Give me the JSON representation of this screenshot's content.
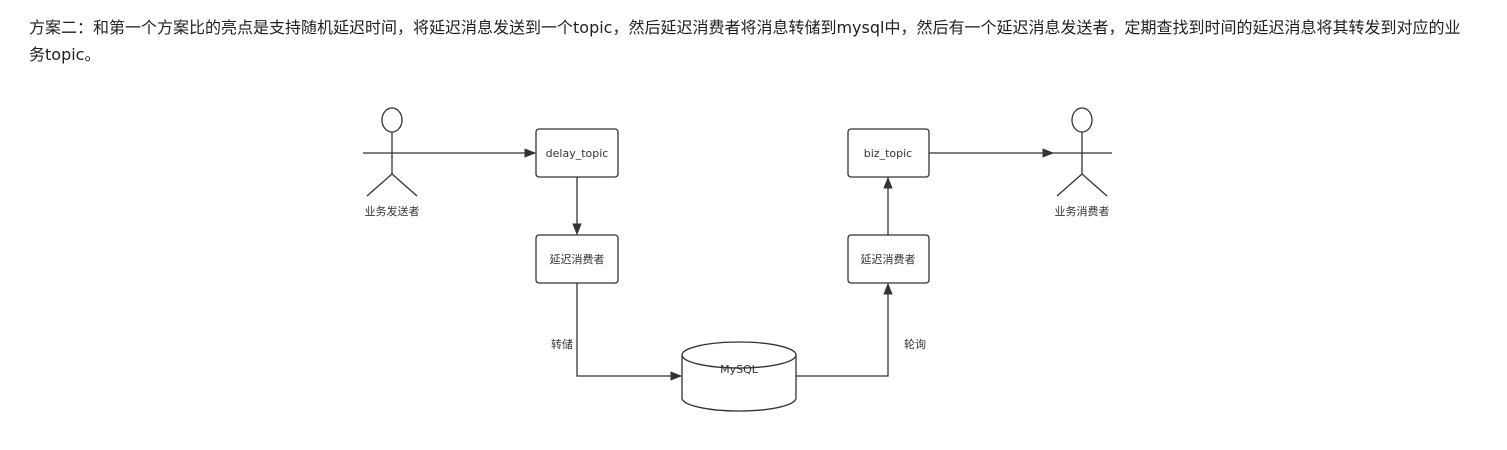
{
  "paragraph": {
    "text": "方案二：和第一个方案比的亮点是支持随机延迟时间，将延迟消息发送到一个topic，然后延迟消费者将消息转储到mysql中，然后有一个延迟消息发送者，定期查找到时间的延迟消息将其转发到对应的业务topic。"
  },
  "diagram": {
    "actors": {
      "sender": "业务发送者",
      "consumer": "业务消费者"
    },
    "nodes": {
      "delay_topic": "delay_topic",
      "delay_consumer_left": "延迟消费者",
      "mysql": "MySQL",
      "delay_consumer_right": "延迟消费者",
      "biz_topic": "biz_topic"
    },
    "edges": {
      "dump": "转储",
      "poll": "轮询"
    }
  }
}
